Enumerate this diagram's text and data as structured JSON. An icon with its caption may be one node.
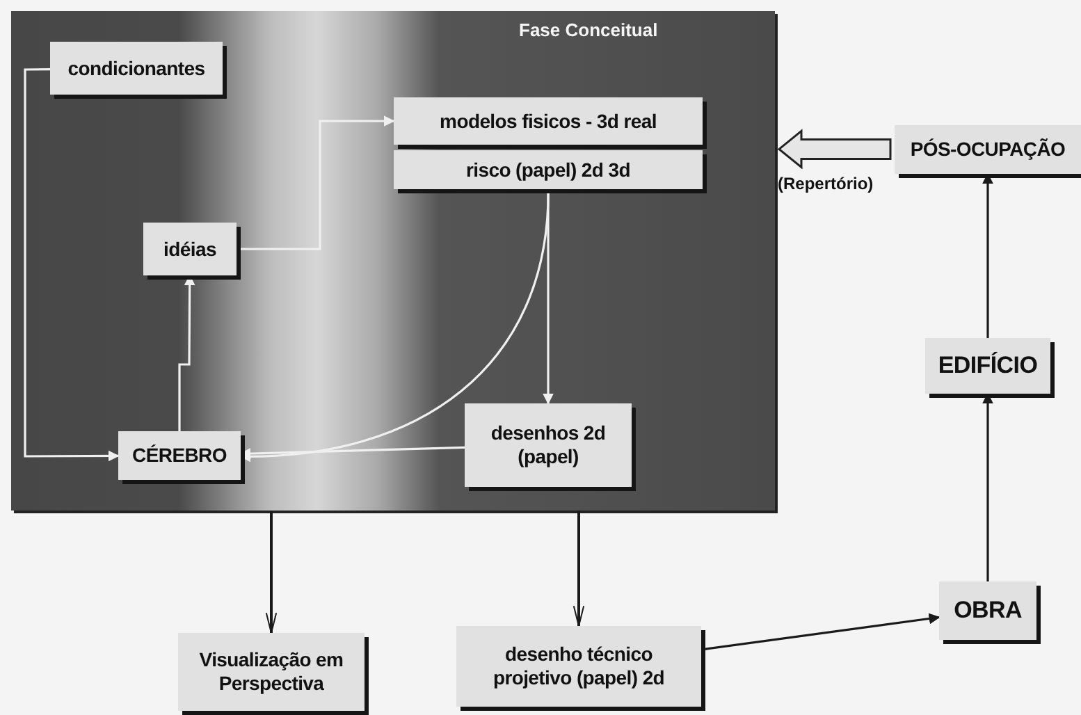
{
  "diagram": {
    "nodes": [
      {
        "text": [
          "Fase Conceitual"
        ]
      },
      {
        "text": [
          "condicionantes"
        ],
        "in": 0
      },
      {
        "text": [
          "modelos fisicos - 3d real"
        ],
        "in": 0
      },
      {
        "text": [
          "risco (papel) 2d 3d"
        ],
        "in": 0
      },
      {
        "text": [
          "idéias"
        ],
        "in": 0
      },
      {
        "text": [
          "CÉREBRO"
        ],
        "in": 0
      },
      {
        "text": [
          "desenhos 2d (papel)"
        ],
        "in": 0
      },
      {
        "text": [
          "PÓS-OCUPAÇÃO"
        ]
      },
      {
        "text": [
          "EDIFÍCIO"
        ]
      },
      {
        "text": [
          "OBRA"
        ]
      },
      {
        "text": [
          "Visualização em Perspectiva"
        ]
      },
      {
        "text": [
          "desenho técnico projetivo (papel) 2d"
        ]
      }
    ],
    "edges": [
      {
        "from": 1,
        "to": 5,
        "arrow": "to",
        "color": "#f0f0f0"
      },
      {
        "from": 5,
        "to": 4,
        "arrow": "to",
        "color": "#f0f0f0"
      },
      {
        "from": 4,
        "to": 2,
        "arrow": "to",
        "color": "#f0f0f0"
      },
      {
        "from": 3,
        "to": 6,
        "arrow": "to",
        "color": "#f0f0f0"
      },
      {
        "from": 3,
        "to": 5,
        "arrow": "to",
        "color": "#f0f0f0"
      },
      {
        "from": 6,
        "to": 5,
        "arrow": "to",
        "color": "#f0f0f0"
      },
      {
        "from": 0,
        "to": 10,
        "arrow": "to",
        "color": "#1a1a1a"
      },
      {
        "from": 0,
        "to": 11,
        "arrow": "to",
        "color": "#1a1a1a"
      },
      {
        "from": 11,
        "to": 9,
        "arrow": "to",
        "color": "#1a1a1a"
      },
      {
        "from": 9,
        "to": 8,
        "arrow": "to",
        "color": "#1a1a1a"
      },
      {
        "from": 8,
        "to": 7,
        "arrow": "to",
        "color": "#1a1a1a"
      },
      {
        "from": 7,
        "to": 0,
        "arrow": "to",
        "style": "thick",
        "color": "#1a1a1a",
        "label": "(Repertório)"
      }
    ]
  }
}
